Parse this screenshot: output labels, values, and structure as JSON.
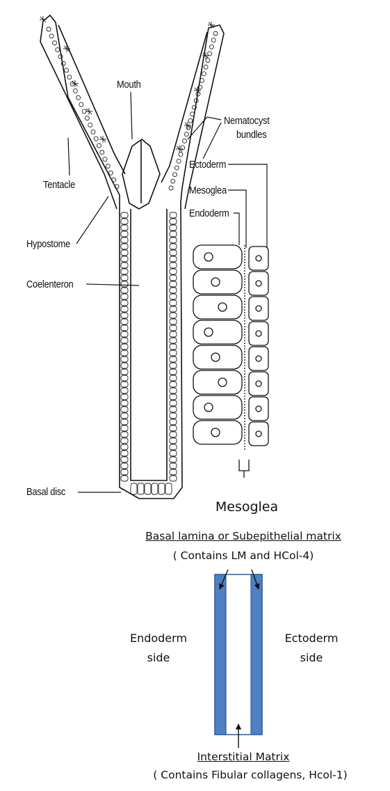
{
  "labels": {
    "mouth": "Mouth",
    "nematocyst_1": "Nematocyst",
    "nematocyst_2": "bundles",
    "tentacle": "Tentacle",
    "hypostome": "Hypostome",
    "coelenteron": "Coelenteron",
    "basal_disc": "Basal disc",
    "ectoderm": "Ectoderm",
    "mesoglea": "Mesoglea",
    "endoderm": "Endoderm"
  },
  "schematic": {
    "mesoglea_title": "Mesoglea",
    "basal_lamina": "Basal lamina or Subepithelial matrix",
    "basal_lamina_note": "( Contains LM and HCol-4)",
    "endoderm_side_1": "Endoderm",
    "endoderm_side_2": "side",
    "ectoderm_side_1": "Ectoderm",
    "ectoderm_side_2": "side",
    "interstitial": "Interstitial  Matrix",
    "interstitial_note": "( Contains Fibular collagens, Hcol-1)"
  },
  "colors": {
    "lamina_blue": "#4f7fc4",
    "lamina_border": "#2e5a94",
    "ink": "#111111"
  }
}
